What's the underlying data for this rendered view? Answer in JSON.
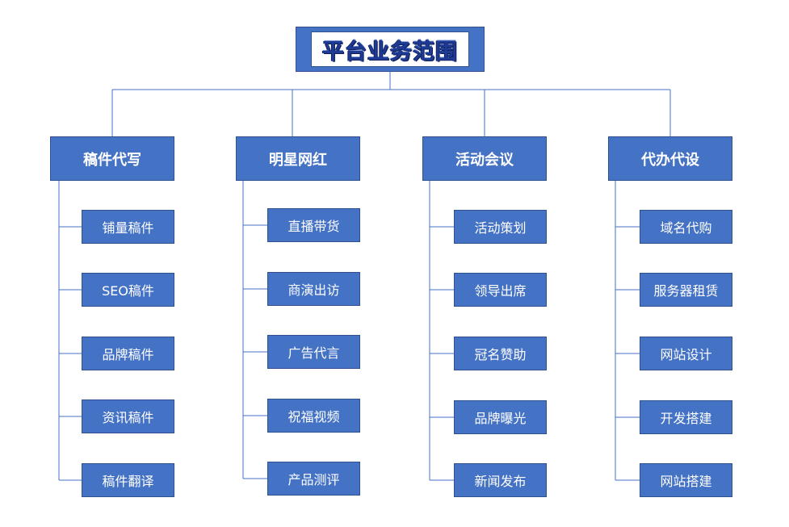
{
  "title": "平台业务范围",
  "categories": [
    {
      "label": "稿件代写",
      "items": [
        "铺量稿件",
        "SEO稿件",
        "品牌稿件",
        "资讯稿件",
        "稿件翻译"
      ]
    },
    {
      "label": "明星网红",
      "items": [
        "直播带货",
        "商演出访",
        "广告代言",
        "祝福视频",
        "产品测评"
      ]
    },
    {
      "label": "活动会议",
      "items": [
        "活动策划",
        "领导出席",
        "冠名赞助",
        "品牌曝光",
        "新闻发布"
      ]
    },
    {
      "label": "代办代设",
      "items": [
        "域名代购",
        "服务器租赁",
        "网站设计",
        "开发搭建",
        "网站搭建"
      ]
    }
  ],
  "colors": {
    "box_fill": "#4472c4",
    "box_border": "#2f528f",
    "title_text": "#1f3a93",
    "line": "#4472c4"
  }
}
